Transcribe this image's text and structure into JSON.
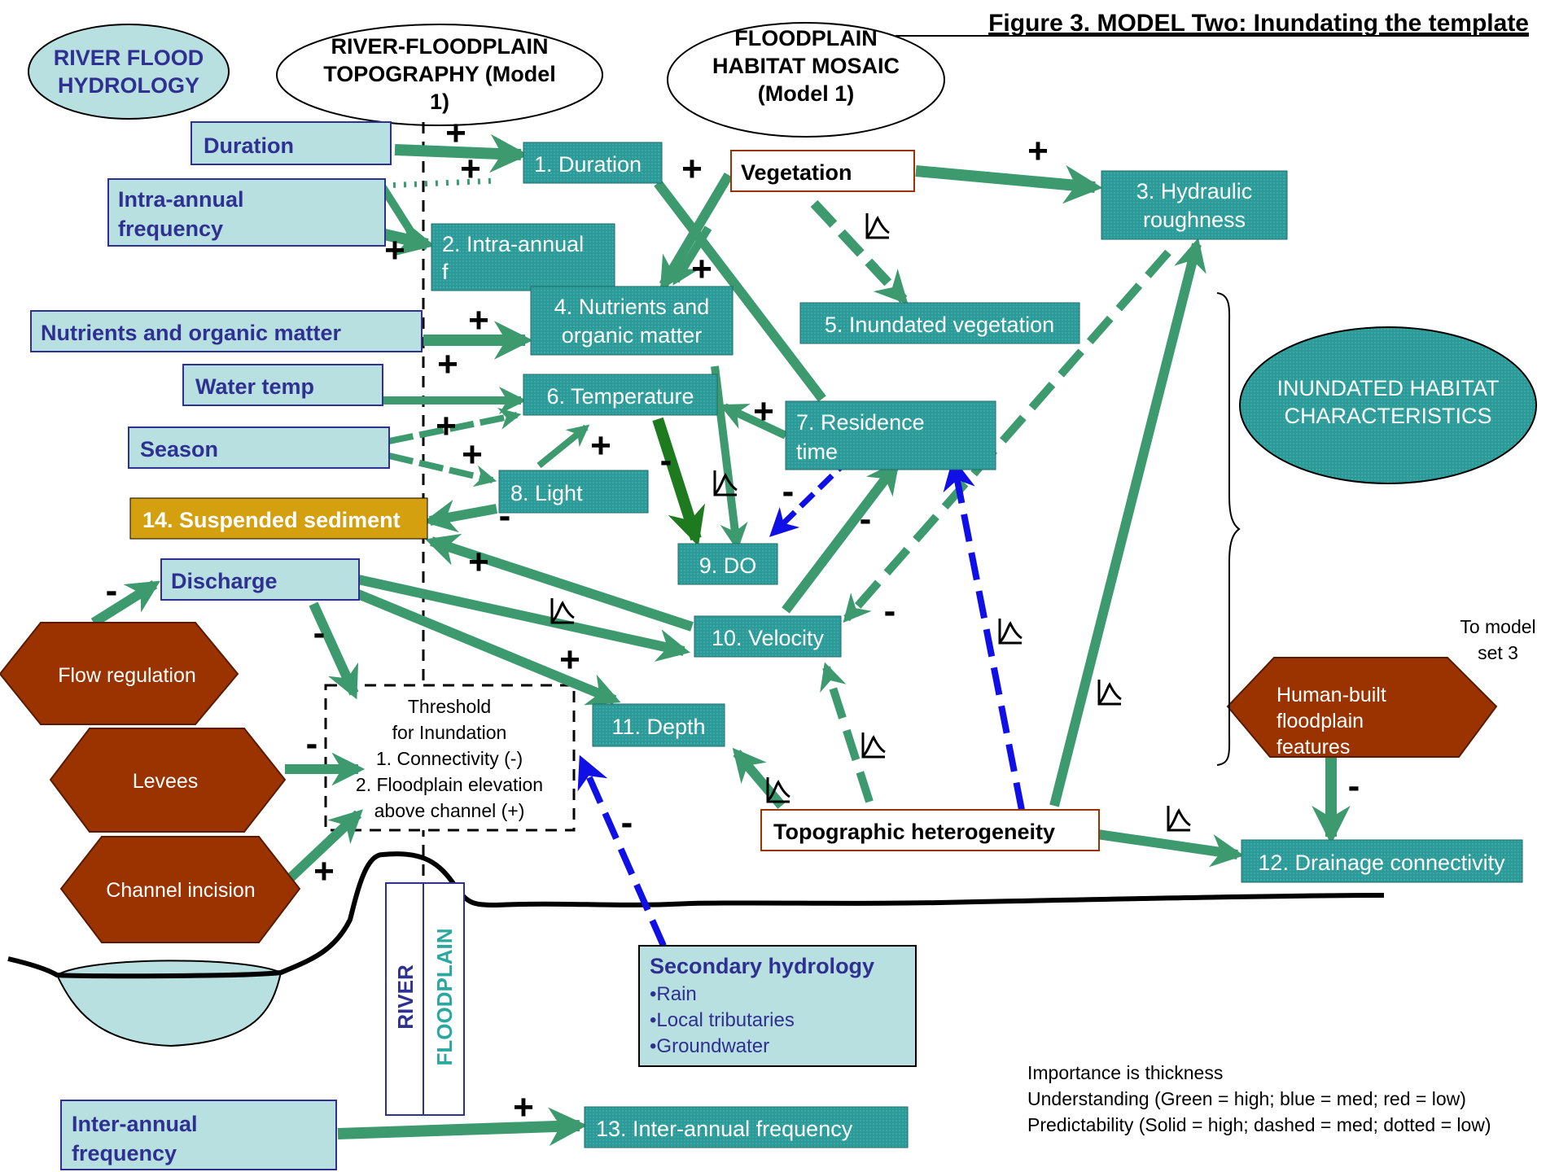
{
  "title": "Figure 3. MODEL Two: Inundating the template",
  "headers": {
    "river_flood_hydrology": [
      "RIVER FLOOD",
      "HYDROLOGY"
    ],
    "topography": [
      "RIVER-FLOODPLAIN",
      "TOPOGRAPHY (Model",
      "1)"
    ],
    "habitat_mosaic": [
      "FLOODPLAIN",
      "HABITAT MOSAIC",
      "(Model 1)"
    ]
  },
  "drivers": {
    "duration": "Duration",
    "intra_annual": [
      "Intra-annual",
      "frequency"
    ],
    "nutrients": "Nutrients and organic matter",
    "water_temp": "Water temp",
    "season": "Season",
    "suspended_sediment": "14. Suspended sediment",
    "discharge": "Discharge",
    "inter_annual": [
      "Inter-annual",
      "frequency"
    ]
  },
  "modifiers": {
    "flow_regulation": "Flow regulation",
    "levees": "Levees",
    "channel_incision": "Channel incision",
    "human_built": [
      "Human-built",
      "floodplain",
      "features"
    ]
  },
  "habitat_inputs": {
    "vegetation": "Vegetation",
    "topographic_heterogeneity": "Topographic heterogeneity"
  },
  "outcomes": {
    "n1": "1. Duration",
    "n2": [
      "2. Intra-annual",
      "f"
    ],
    "n3": [
      "3. Hydraulic",
      "roughness"
    ],
    "n4": [
      "4. Nutrients and",
      "organic matter"
    ],
    "n5": "5. Inundated vegetation",
    "n6": "6. Temperature",
    "n7": [
      "7. Residence",
      "time"
    ],
    "n8": "8. Light",
    "n9": "9. DO",
    "n10": "10. Velocity",
    "n11": "11. Depth",
    "n12": "12. Drainage connectivity",
    "n13": "13. Inter-annual frequency"
  },
  "threshold": [
    "Threshold",
    "for Inundation",
    "1. Connectivity (-)",
    "2. Floodplain elevation",
    "above channel (+)"
  ],
  "inundated_characteristics": [
    "INUNDATED HABITAT",
    "CHARACTERISTICS"
  ],
  "to_model": [
    "To model",
    "set 3"
  ],
  "secondary_hydrology": {
    "title": "Secondary  hydrology",
    "items": [
      "•Rain",
      "•Local tributaries",
      "•Groundwater"
    ]
  },
  "section_labels": {
    "river": "RIVER",
    "floodplain": "FLOODPLAIN"
  },
  "legend": [
    "Importance is thickness",
    "Understanding (Green = high; blue = med; red = low)",
    "Predictability (Solid = high; dashed = med; dotted = low)"
  ],
  "signs": {
    "plus": "+",
    "minus": "-"
  },
  "colors": {
    "arrow_high": "#3c9a6e",
    "arrow_dark": "#1e7a1e",
    "arrow_med": "#1010e6",
    "teal_box": "#2e9a98",
    "light_box": "#b8e0e0",
    "hexagon": "#9a3300",
    "sediment": "#d4a010",
    "label_blue": "#2e3192"
  }
}
